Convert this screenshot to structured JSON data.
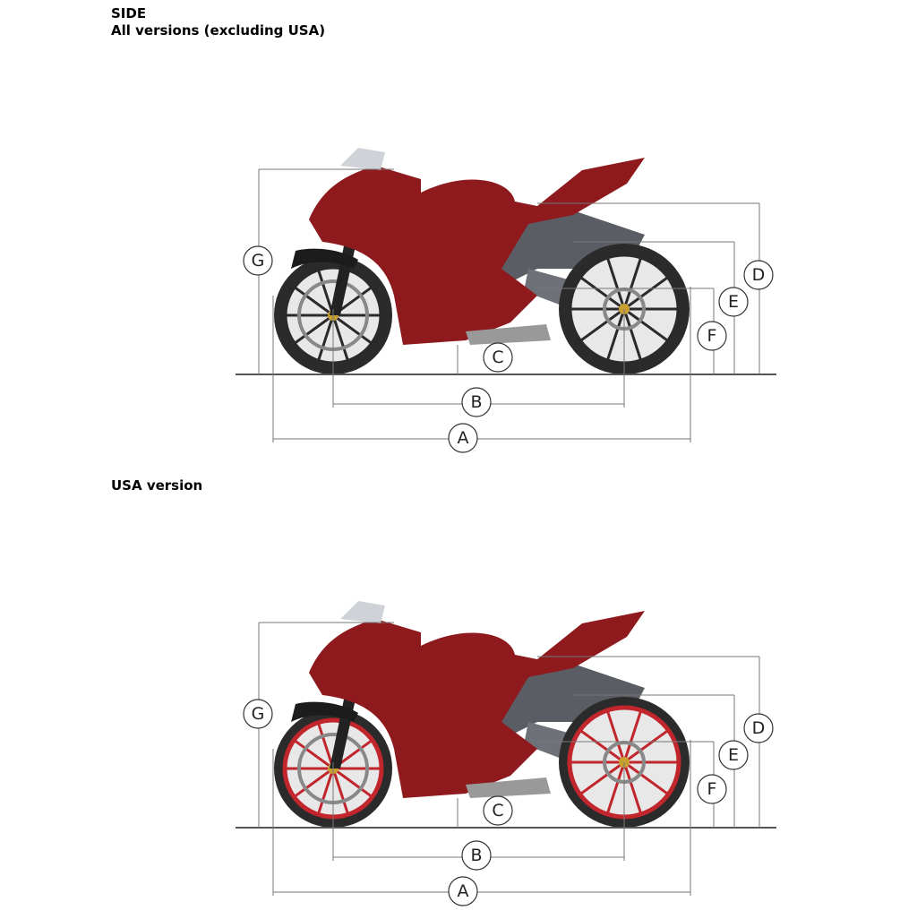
{
  "header": {
    "title": "SIDE",
    "subtitle": "All versions (excluding USA)"
  },
  "usa_heading": "USA version",
  "diagrams": [
    {
      "name": "all-versions",
      "rim_color": "#2a2a2a",
      "body_color": "#8e1a1e",
      "labels": {
        "A": "A",
        "B": "B",
        "C": "C",
        "D": "D",
        "E": "E",
        "F": "F",
        "G": "G"
      }
    },
    {
      "name": "usa-version",
      "rim_color": "#c0262c",
      "body_color": "#8e1a1e",
      "labels": {
        "A": "A",
        "B": "B",
        "C": "C",
        "D": "D",
        "E": "E",
        "F": "F",
        "G": "G"
      }
    }
  ]
}
